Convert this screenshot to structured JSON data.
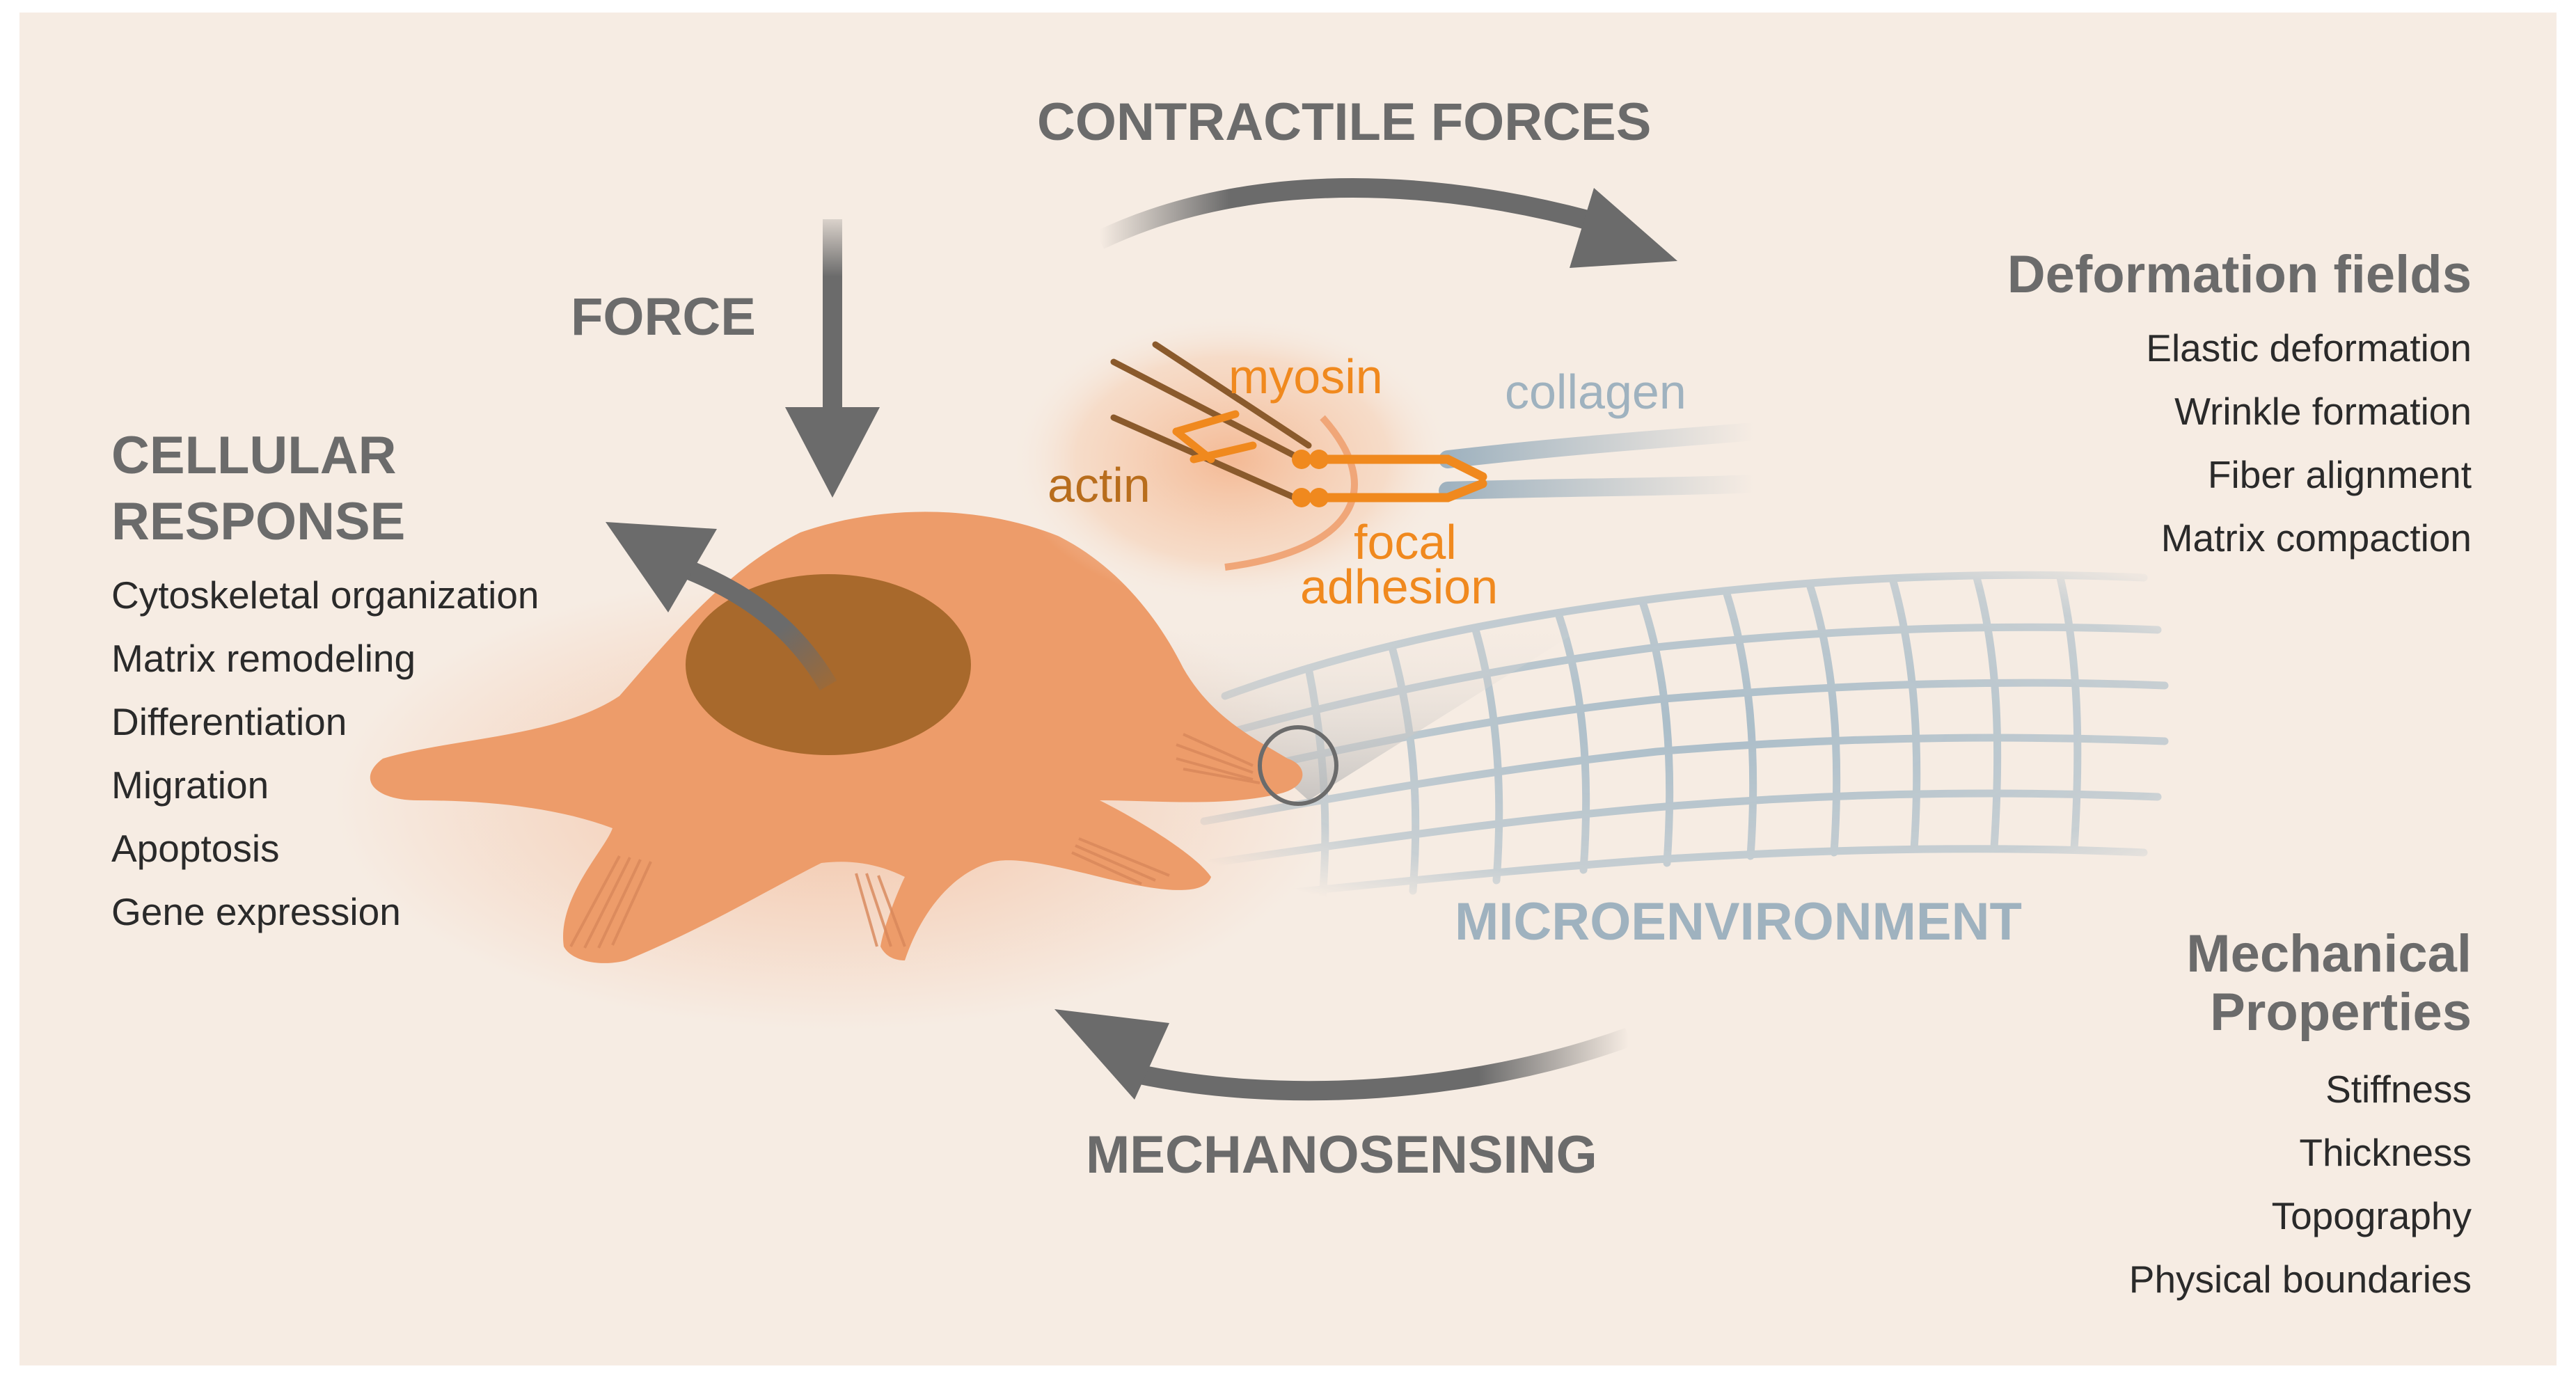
{
  "labels": {
    "contractile_forces": "CONTRACTILE FORCES",
    "force": "FORCE",
    "mechanosensing": "MECHANOSENSING",
    "microenvironment": "MICROENVIRONMENT",
    "myosin": "myosin",
    "actin": "actin",
    "collagen": "collagen",
    "focal": "focal",
    "adhesion": "adhesion"
  },
  "cellular_response": {
    "title_line1": "CELLULAR",
    "title_line2": "RESPONSE",
    "items": [
      "Cytoskeletal organization",
      "Matrix remodeling",
      "Differentiation",
      "Migration",
      "Apoptosis",
      "Gene expression"
    ]
  },
  "deformation_fields": {
    "title": "Deformation fields",
    "items": [
      "Elastic deformation",
      "Wrinkle formation",
      "Fiber alignment",
      "Matrix compaction"
    ]
  },
  "mechanical_properties": {
    "title_line1": "Mechanical",
    "title_line2": "Properties",
    "items": [
      "Stiffness",
      "Thickness",
      "Topography",
      "Physical boundaries"
    ]
  },
  "colors": {
    "background": "#f6ece3",
    "arrow": "#6b6b6b",
    "cell": "#ed9c6a",
    "nucleus": "#a8692c",
    "orange_text": "#f0891e",
    "matrix": "#9fb2bf"
  }
}
